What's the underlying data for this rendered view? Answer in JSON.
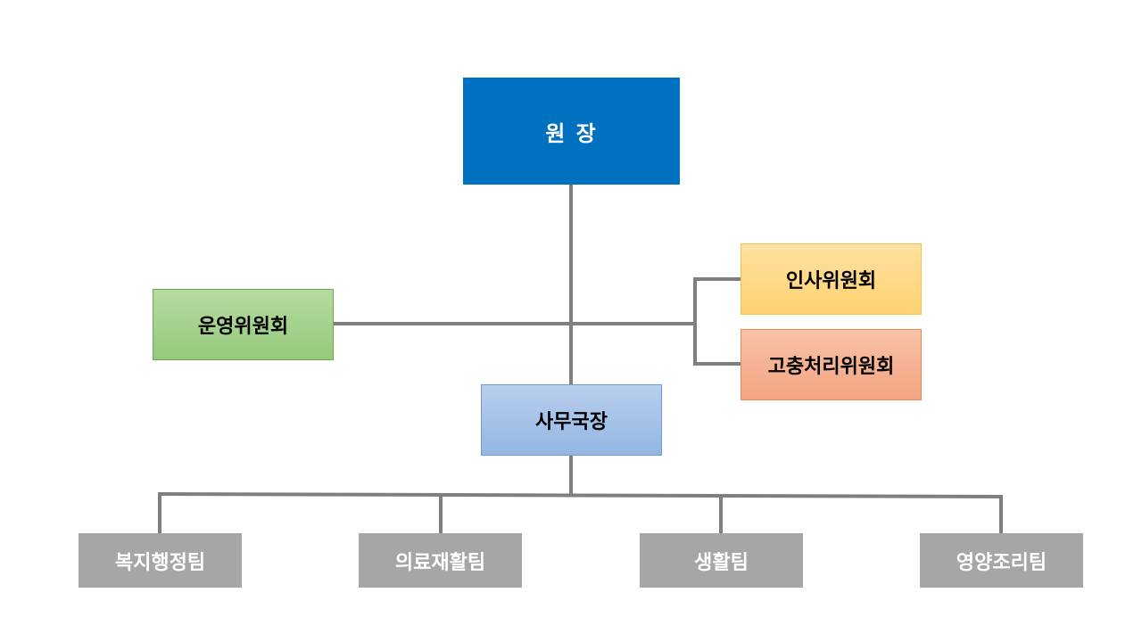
{
  "org_chart": {
    "director": "원 장",
    "operating_committee": "운영위원회",
    "personnel_committee": "인사위원회",
    "grievance_committee": "고충처리위원회",
    "secretary_general": "사무국장",
    "teams": [
      "복지행정팀",
      "의료재활팀",
      "생활팀",
      "영양조리팀"
    ]
  },
  "colors": {
    "director": "#0070c0",
    "operating_committee": "#a9d18e",
    "personnel_committee": "#ffd966",
    "grievance_committee": "#f4b183",
    "secretary_general": "#9dc3e6",
    "teams": "#a6a6a6",
    "connector": "#7f7f7f"
  }
}
